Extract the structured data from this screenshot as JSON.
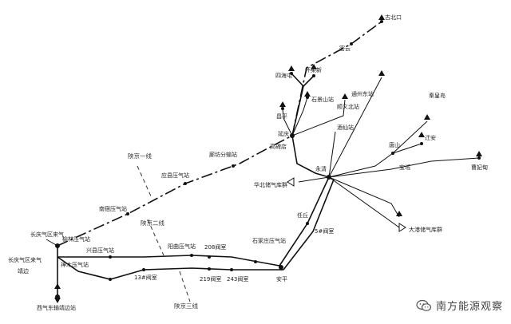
{
  "nodes": {
    "yanqingkou": "古北口",
    "miyun": "密云",
    "huairou_new": "怀柔新",
    "sihaotun": "四海屯",
    "shimenshan": "石景山站",
    "tongzhou_east": "通州东站",
    "shunyi_north": "顺义北站",
    "changping": "昌平",
    "jiuzhi": "酒仙站",
    "qinhuangdao": "秦皇岛",
    "tangshan": "唐山",
    "qian_an": "迁安",
    "baodi": "宝坻",
    "caofeidian": "曹妃甸",
    "yanqing": "延庆",
    "gaobeidian": "高碑店",
    "langfang_fenshu": "廊坊分输站",
    "yingxian_station": "应县压气站",
    "yongqing": "永清",
    "huabei_storage": "华北储气库群",
    "renqiu": "任丘",
    "valve_5": "5#阀室",
    "dagang_storage": "大港储气库群",
    "nanqing_station": "南宿压气站",
    "changqing_gas": "长庆气区来气",
    "yulin_station": "榆林压气站",
    "changqing_gas2": "长庆气区来气",
    "jingbian": "靖边",
    "xiqi_dongshu": "西气东输靖边站",
    "shenmu_station": "神木压气站",
    "xingxian_station": "兴县压气站",
    "yangqu_station": "阳曲压气站",
    "valve_208": "208阀室",
    "valve_13": "13#阀室",
    "valve_219": "219阀室",
    "valve_243": "243阀室",
    "shijiazhuang_station": "石家庄压气站",
    "anping": "安平"
  },
  "lines": {
    "line1": "陕京一线",
    "line2": "陕京二线",
    "line3": "陕京三线"
  },
  "watermark": "南方能源观察"
}
